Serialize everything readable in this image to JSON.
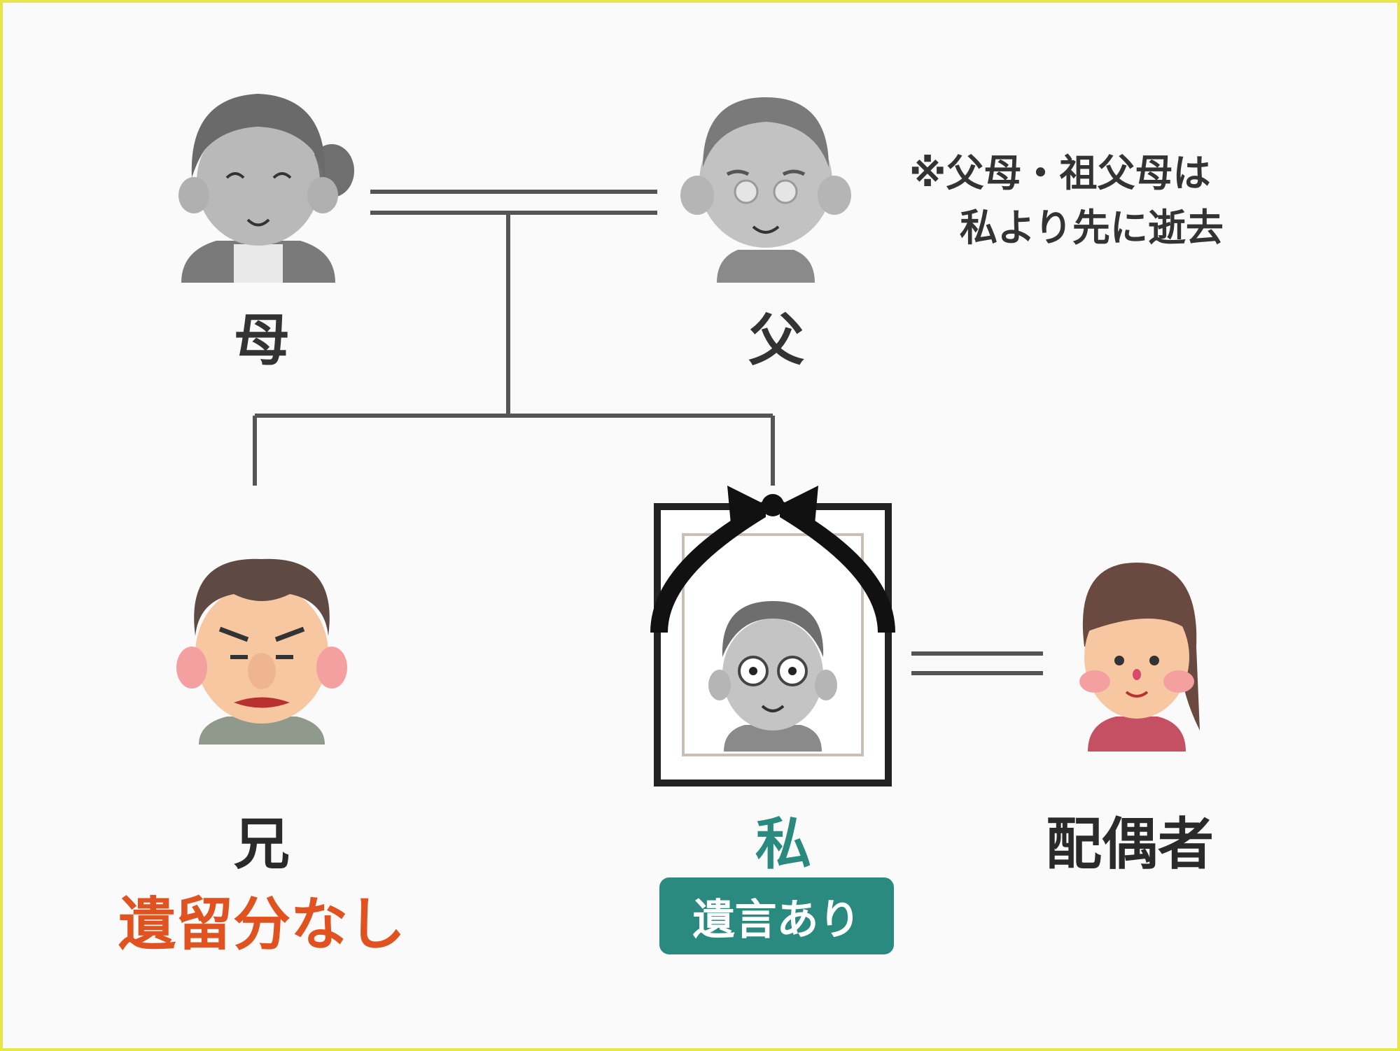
{
  "colors": {
    "line": "#555555",
    "self_label": "#2a8a80",
    "no_reserve": "#e0521f",
    "badge_bg": "#2a8a80",
    "badge_text": "#ffffff",
    "frame_border": "#e6e64c",
    "grey_figure": "#8a8a8a",
    "skin": "#f6c7a1",
    "cheek": "#f5a0a0"
  },
  "people": {
    "mother": {
      "label": "母",
      "icon": "elderly-woman-grey-icon"
    },
    "father": {
      "label": "父",
      "icon": "elderly-man-grey-icon"
    },
    "brother": {
      "label": "兄",
      "icon": "angry-man-icon",
      "note": "遺留分なし"
    },
    "self": {
      "label": "私",
      "icon": "memorial-portrait-icon",
      "badge": "遺言あり"
    },
    "spouse": {
      "label": "配偶者",
      "icon": "elderly-woman-icon"
    }
  },
  "note": {
    "line1": "※父母・祖父母は",
    "line2": "私より先に逝去"
  }
}
